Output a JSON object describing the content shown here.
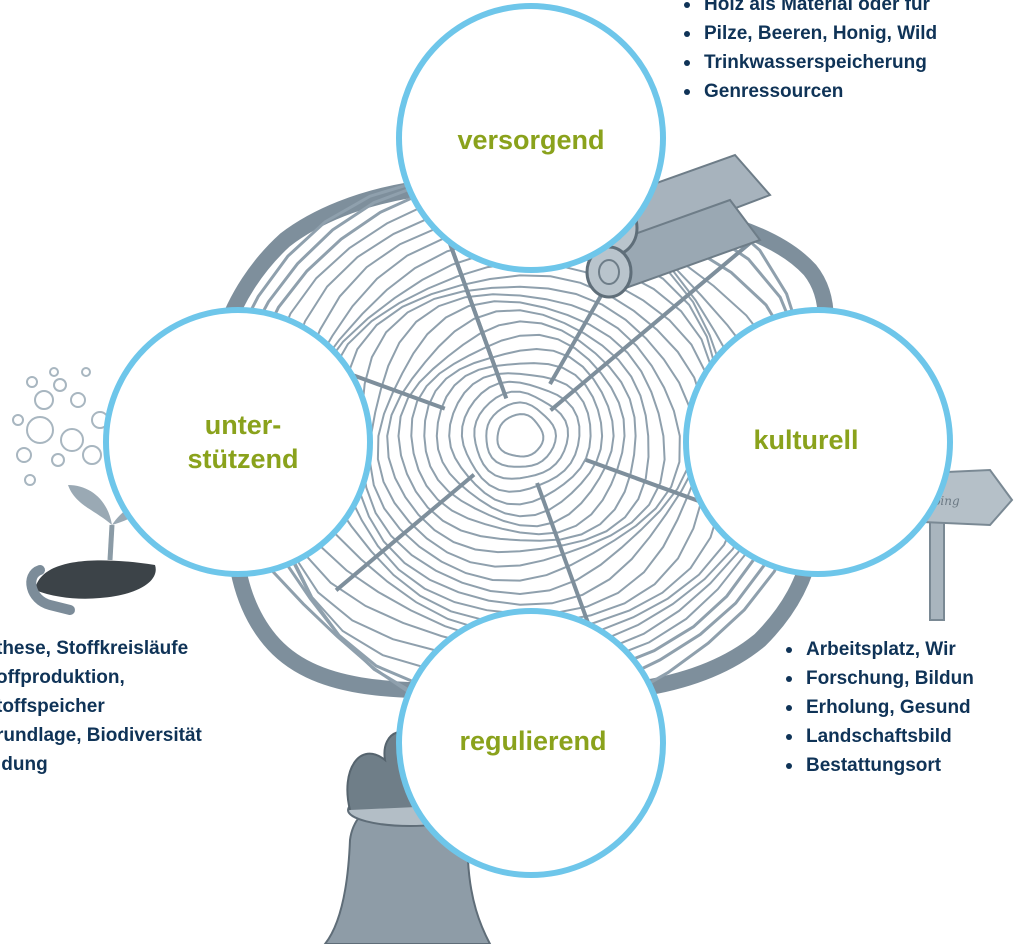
{
  "colors": {
    "ring_outline": "#6ec6ea",
    "accent_green": "#8aa21c",
    "text_navy": "#0f3357",
    "wood_grey": "#8fa0ad",
    "bark_grey": "#7e8f9c"
  },
  "circles": {
    "top": {
      "label": "versorgend"
    },
    "left": {
      "label": "unter-\nstützend"
    },
    "right": {
      "label": "kulturell"
    },
    "bottom": {
      "label": "regulierend"
    }
  },
  "lists": {
    "versorgend": [
      "Holz als Material oder für",
      "Pilze, Beeren, Honig, Wild",
      "Trinkwasserspeicherung",
      "Genressourcen"
    ],
    "unterstuetzend": [
      "these, Stoffkreisläufe",
      "offproduktion,",
      "toffspeicher",
      "rundlage, Biodiversität",
      "ldung"
    ],
    "kulturell": [
      "Arbeitsplatz, Wir",
      "Forschung, Bildun",
      "Erholung, Gesund",
      "Landschaftsbild",
      "Bestattungsort"
    ]
  },
  "illustrations": {
    "logs": "logs-icon",
    "sign": {
      "icon": "signpost-icon",
      "text": "Camping"
    },
    "seedling": "seedling-icon",
    "stump": "tree-stump-icon"
  }
}
